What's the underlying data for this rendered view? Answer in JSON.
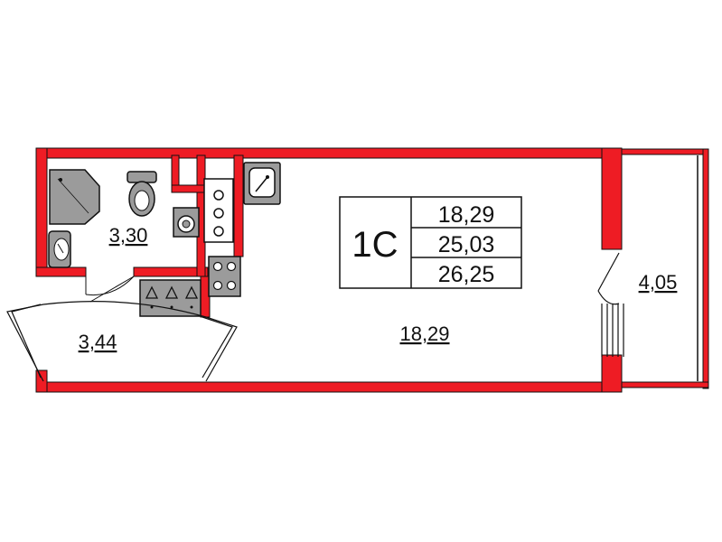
{
  "plan": {
    "type_label": "1C",
    "areas_table": [
      "18,29",
      "25,03",
      "26,25"
    ],
    "rooms": {
      "bathroom": "3,30",
      "hall": "3,44",
      "main_room": "18,29",
      "balcony": "4,05"
    }
  },
  "colors": {
    "wall": "#ee1c24",
    "fixture": "#9b9b9b",
    "line": "#111111",
    "background": "#ffffff"
  },
  "icons": [
    "shower-tray-icon",
    "toilet-icon",
    "washbasin-icon",
    "washing-machine-icon",
    "kitchen-sink-icon",
    "stove-icon",
    "hob-icon",
    "wardrobe-icon",
    "radiator-icon",
    "balcony-door-icon",
    "window-icon"
  ]
}
